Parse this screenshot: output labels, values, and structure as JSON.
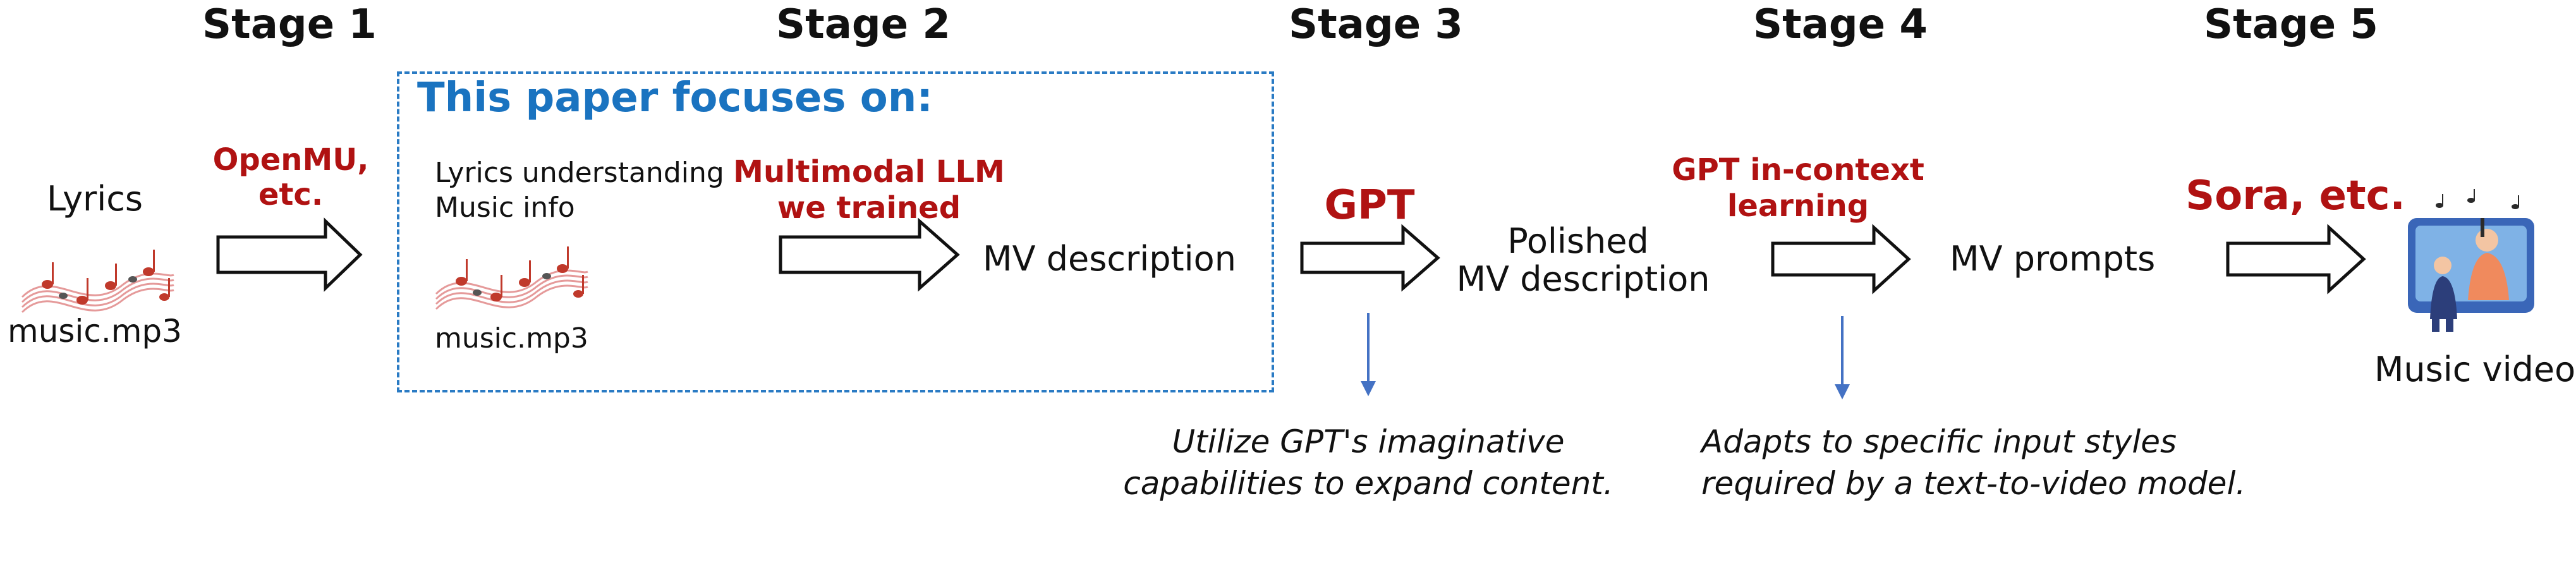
{
  "stages": {
    "s1": "Stage 1",
    "s2": "Stage 2",
    "s3": "Stage 3",
    "s4": "Stage 4",
    "s5": "Stage 5"
  },
  "input": {
    "lyrics_label": "Lyrics",
    "file_label": "music.mp3"
  },
  "step1": {
    "tool_line1": "OpenMU,",
    "tool_line2": "etc."
  },
  "focus": {
    "title": "This paper focuses on:",
    "input_line1": "Lyrics understanding",
    "input_line2": "Music info",
    "file_label": "music.mp3",
    "model_line1": "Multimodal LLM",
    "model_line2": "we trained",
    "output_label": "MV description"
  },
  "step3": {
    "tool": "GPT",
    "output_line1": "Polished",
    "output_line2": "MV description",
    "note_line1": "Utilize GPT's imaginative",
    "note_line2": "capabilities to expand content."
  },
  "step4": {
    "tool_line1": "GPT in-context",
    "tool_line2": "learning",
    "output_label": "MV prompts",
    "note_line1": "Adapts to specific input styles",
    "note_line2": "required by a text-to-video model."
  },
  "step5": {
    "tool": "Sora, etc.",
    "output_label": "Music video"
  },
  "colors": {
    "red": "#b01212",
    "blue": "#1a73c0",
    "arrow_down": "#4472c4"
  },
  "icons": [
    "music-notes-icon",
    "music-notes-icon",
    "music-video-icon"
  ]
}
